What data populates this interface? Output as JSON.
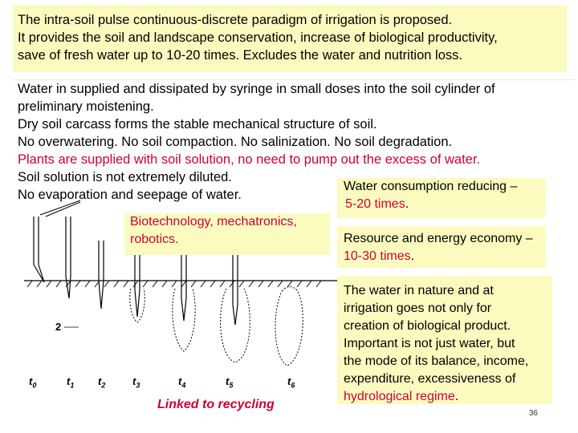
{
  "intro": {
    "lines": [
      "The intra-soil pulse continuous-discrete paradigm of irrigation is proposed.",
      "It provides the soil and landscape conservation, increase of biological productivity,",
      "save of fresh water up to 10-20 times. Excludes the water and nutrition loss."
    ]
  },
  "main": {
    "lines": [
      "Water in supplied and dissipated by syringe in small doses into the soil cylinder of",
      "preliminary moistening.",
      "Dry soil carcass forms the stable mechanical structure of soil.",
      "No overwatering. No soil compaction. No salinization. No soil degradation.",
      "Plants are supplied with soil solution, no need to pump out the excess of water.",
      "Soil solution is not extremely diluted.",
      "No evaporation and seepage of water."
    ]
  },
  "water_consumption": {
    "line1": "Water consumption reducing –",
    "value": "5-20 times",
    "suffix": "."
  },
  "resource": {
    "line1": "Resource and energy economy –",
    "value": "10-30 times",
    "suffix": "."
  },
  "biotech": {
    "line1": "Biotechnology, mechatronics,",
    "line2": "robotics."
  },
  "nature": {
    "lines": [
      "The water in nature and at",
      "irrigation goes not only for",
      "creation of biological product.",
      "Important is not just water, but",
      "the mode of its balance, income,",
      "expenditure, excessiveness of"
    ],
    "highlight": "hydrological regime",
    "suffix": "."
  },
  "diagram": {
    "number_label": "2",
    "time_labels": [
      {
        "t": "t",
        "sub": "0"
      },
      {
        "t": "t",
        "sub": "1"
      },
      {
        "t": "t",
        "sub": "2"
      },
      {
        "t": "t",
        "sub": "3"
      },
      {
        "t": "t",
        "sub": "4"
      },
      {
        "t": "t",
        "sub": "5"
      },
      {
        "t": "t",
        "sub": "6"
      }
    ]
  },
  "linked": "Linked to recycling",
  "page_number": "36",
  "colors": {
    "highlight_bg": "#fbfbc0",
    "accent_red": "#cc0033"
  }
}
